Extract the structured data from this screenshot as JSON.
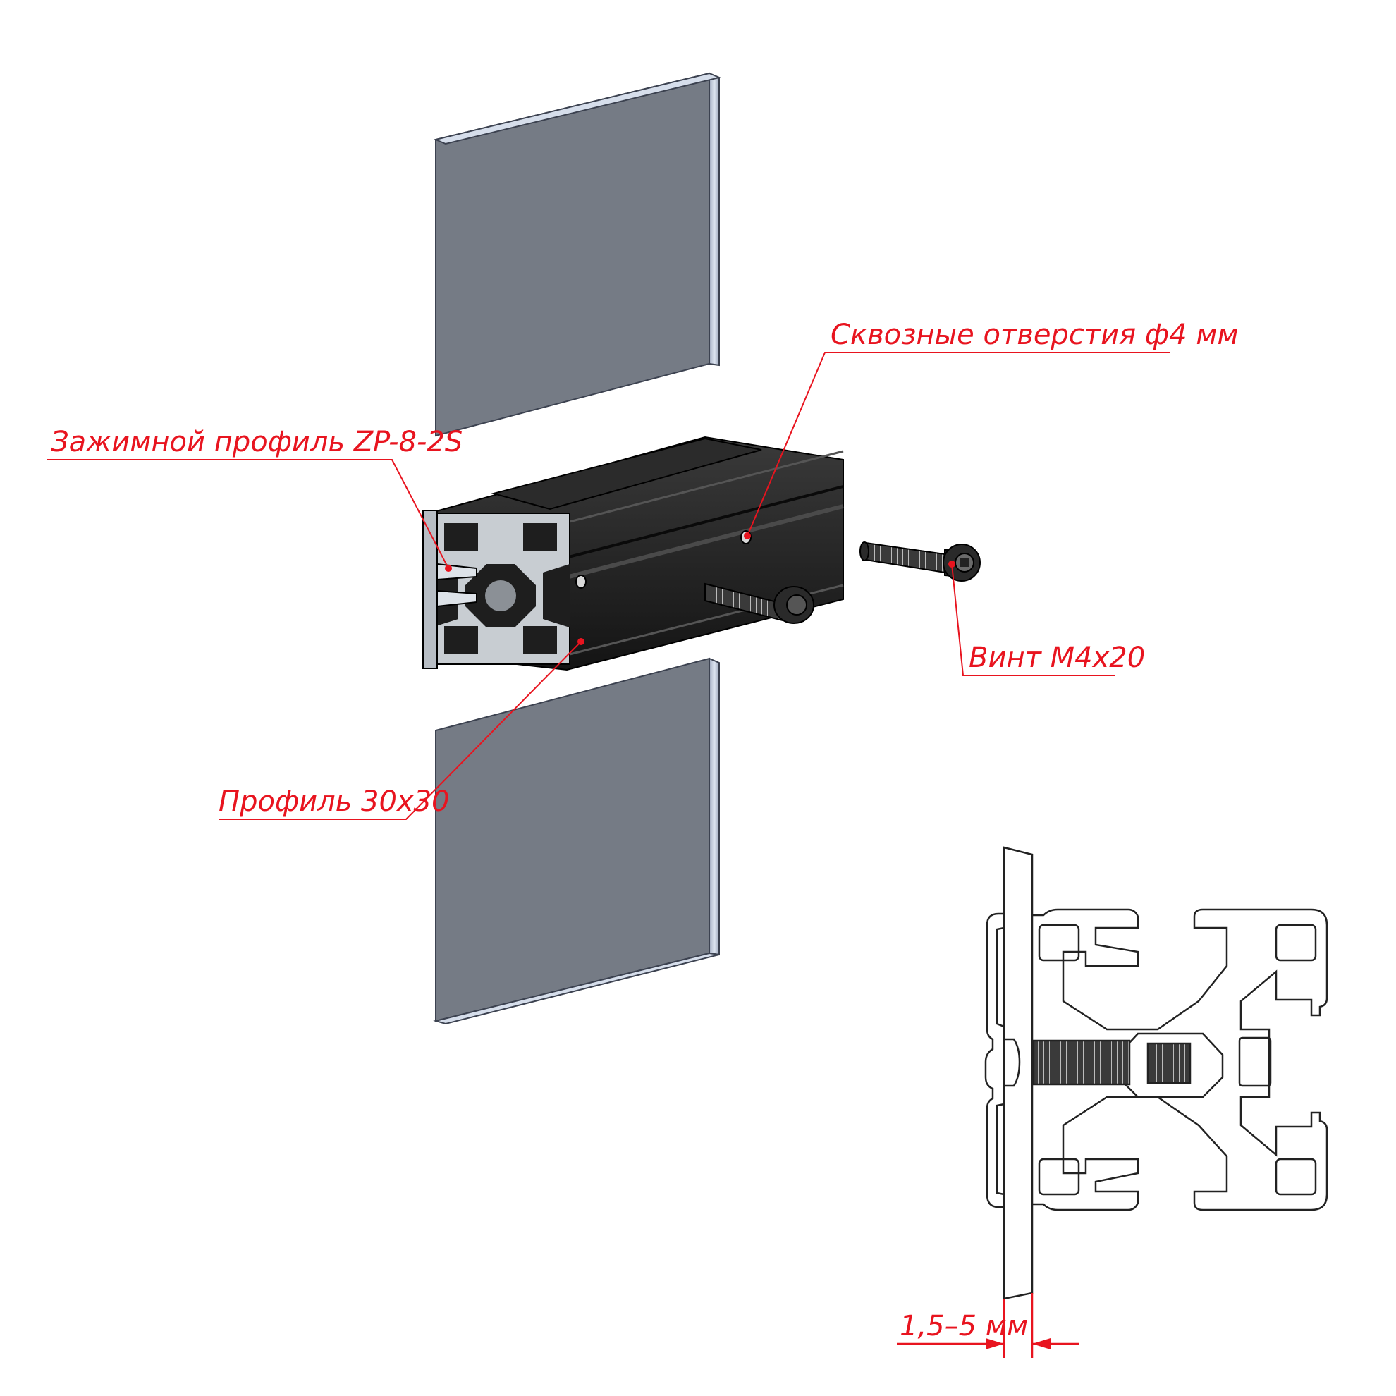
{
  "labels": {
    "clamp_profile": "Зажимной профиль ZP-8-2S",
    "through_holes": "Сквозные отверстия ф4 мм",
    "screw": "Винт M4x20",
    "profile": "Профиль 30x30",
    "gap": "1,5–5 мм"
  },
  "colors": {
    "annotation": "#e8141f",
    "panel_fill": "#757b85",
    "panel_edge": "#c9d2e3",
    "profile_dark": "#1e1e1e",
    "profile_light": "#c8cdd2",
    "screw": "#2a2a2a"
  }
}
